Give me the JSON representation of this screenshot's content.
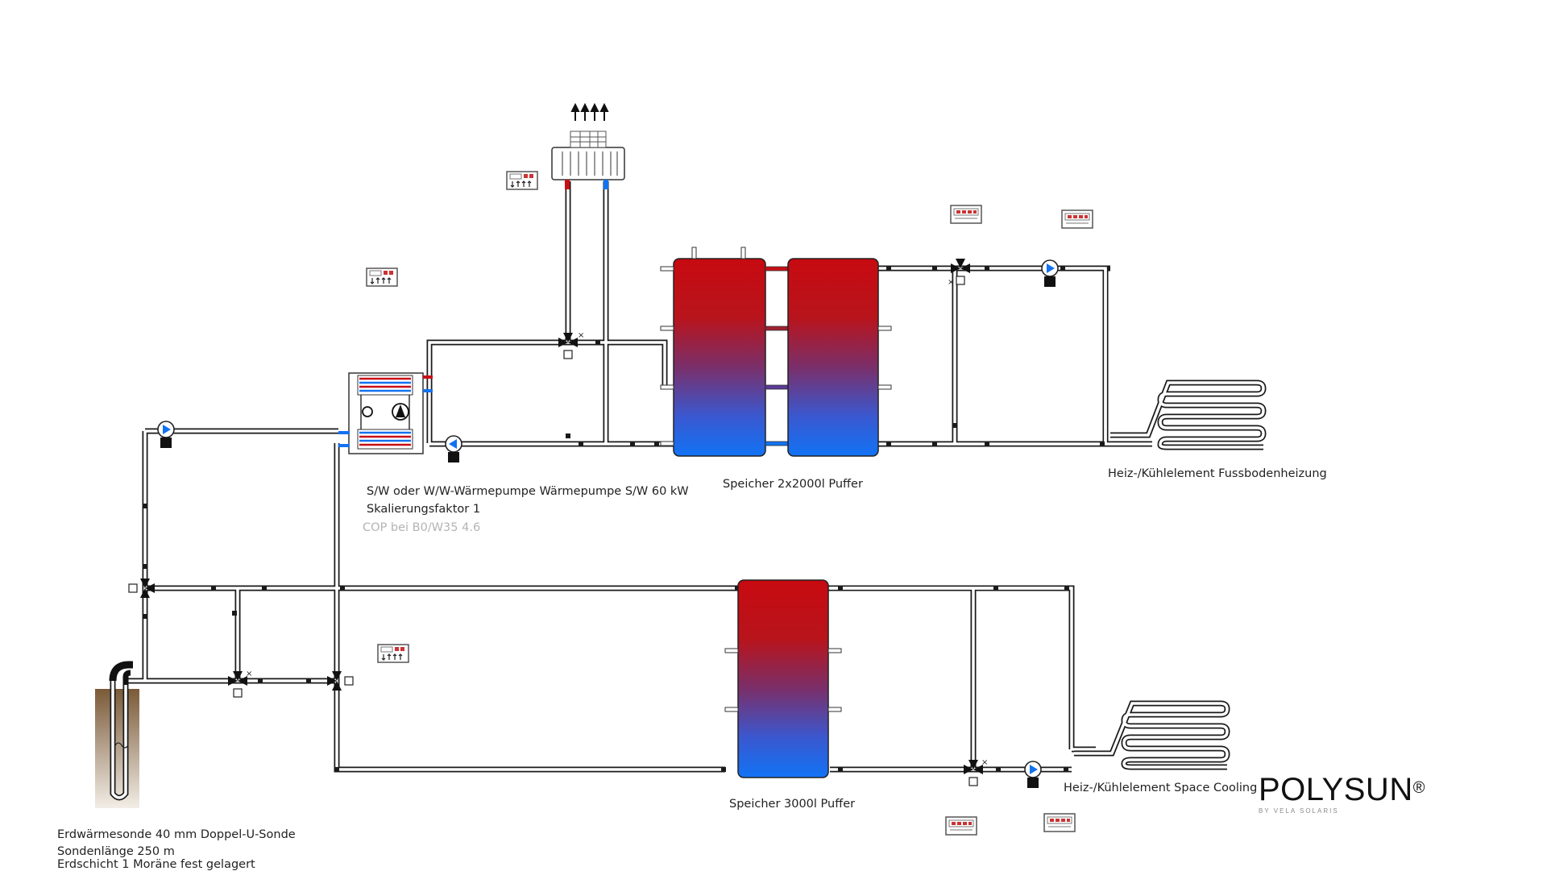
{
  "heat_pump": {
    "name": "S/W oder W/W-Wärmepumpe Wärmepumpe S/W 60 kW",
    "scaling": "Skalierungsfaktor 1",
    "cop": "COP bei B0/W35 4.6"
  },
  "buffer_upper": {
    "name": "Speicher 2x2000l Puffer"
  },
  "buffer_lower": {
    "name": "Speicher 3000l Puffer"
  },
  "floor_heating": {
    "name": "Heiz-/Kühlelement Fussbodenheizung"
  },
  "space_cooling": {
    "name": "Heiz-/Kühlelement Space Cooling"
  },
  "borehole": {
    "name": "Erdwärmesonde 40 mm Doppel-U-Sonde",
    "length": "Sondenlänge 250 m",
    "layer": "Erdschicht 1 Moräne fest gelagert"
  },
  "logo": {
    "brand": "POLYSUN",
    "registered": "®",
    "tagline": "BY VELA SOLARIS"
  },
  "colors": {
    "hot": "#c80f16",
    "mid": "#8a2a5a",
    "cold": "#1372f0",
    "pipe": "#1a1a1a",
    "soil": "#8a6c4a"
  }
}
